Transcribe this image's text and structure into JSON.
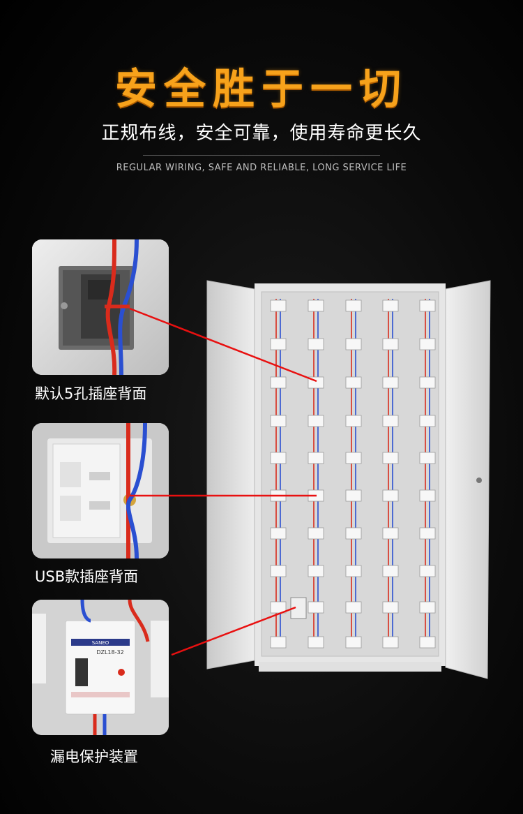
{
  "header": {
    "title": "安全胜于一切",
    "subtitle": "正规布线，安全可靠，使用寿命更长久",
    "subtitle_en": "REGULAR WIRING, SAFE AND RELIABLE, LONG SERVICE LIFE"
  },
  "features": [
    {
      "caption": "默认5孔插座背面"
    },
    {
      "caption": "USB款插座背面"
    },
    {
      "caption": "漏电保护装置"
    }
  ],
  "breaker": {
    "brand": "SANEO",
    "model": "DZL18-32"
  },
  "colors": {
    "title": "#f7a21b",
    "leader_line": "#e81010",
    "wire_red": "#d92b1c",
    "wire_blue": "#2a4fd1",
    "cabinet": "#e3e3e3"
  }
}
